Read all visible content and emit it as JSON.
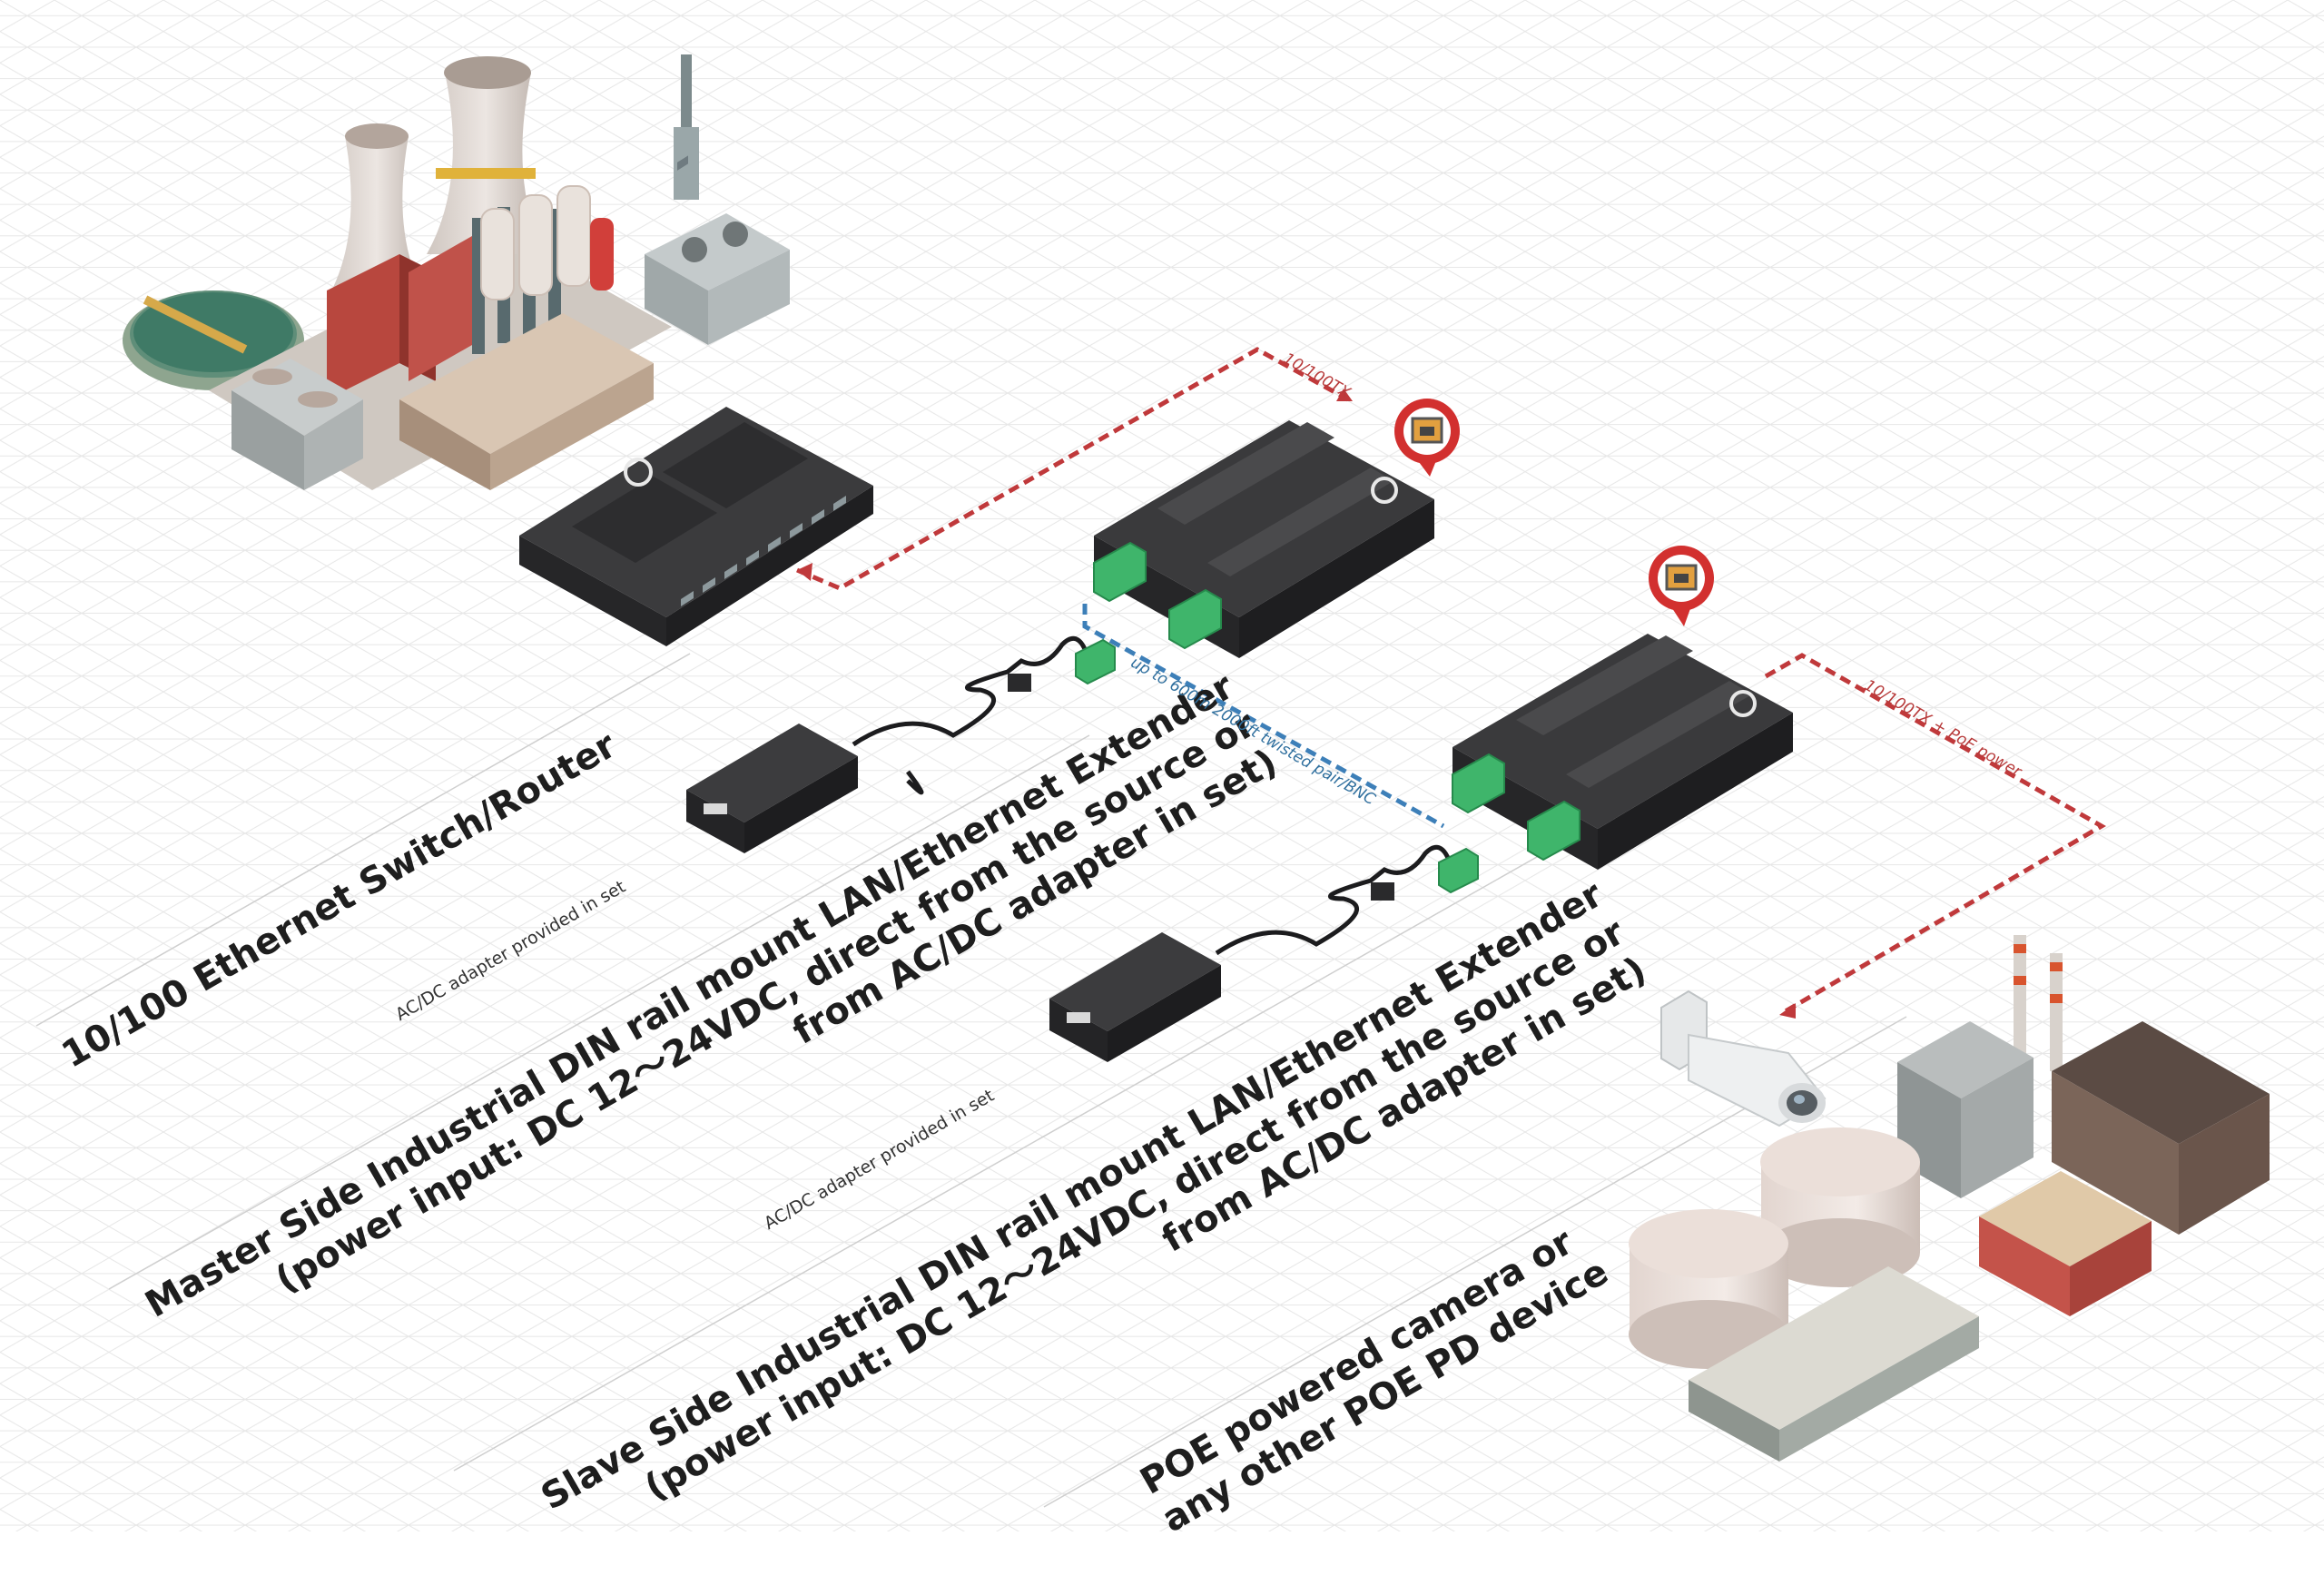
{
  "labels": {
    "switch_label": "10/100 Ethernet Switch/Router",
    "adapter_master": "AC/DC adapter provided in set",
    "adapter_slave": "AC/DC adapter provided in set",
    "master_lines": [
      "Master Side Industrial DIN rail mount LAN/Ethernet Extender",
      "(power input: DC 12～24VDC, direct from the source or",
      "from AC/DC adapter in set)"
    ],
    "slave_lines": [
      "Slave Side Industrial DIN rail mount LAN/Ethernet Extender",
      "(power input: DC 12～24VDC, direct from the source or",
      "from AC/DC adapter in set)"
    ],
    "poe_lines": [
      "POE powered camera or",
      "any other POE PD device"
    ],
    "link_top": "10/100TX",
    "link_middle": "up to 600m 2000ft twisted pair/BNC",
    "link_right": "10/100TX + PoE power"
  },
  "colors": {
    "link_red": "#c0393b",
    "link_blue": "#3d7fb8",
    "device_dark": "#2e2e30",
    "terminal_green": "#3fb56b",
    "grid": "#e6e6e6"
  },
  "icons": {
    "switch_device": "ethernet-switch-icon",
    "master_extender": "din-rail-extender-icon",
    "slave_extender": "din-rail-extender-icon",
    "adapter": "ac-dc-adapter-icon",
    "camera": "poe-camera-icon",
    "rj45_badge": "rj45-port-icon",
    "power_plant": "power-plant-icon",
    "factory": "factory-icon"
  }
}
